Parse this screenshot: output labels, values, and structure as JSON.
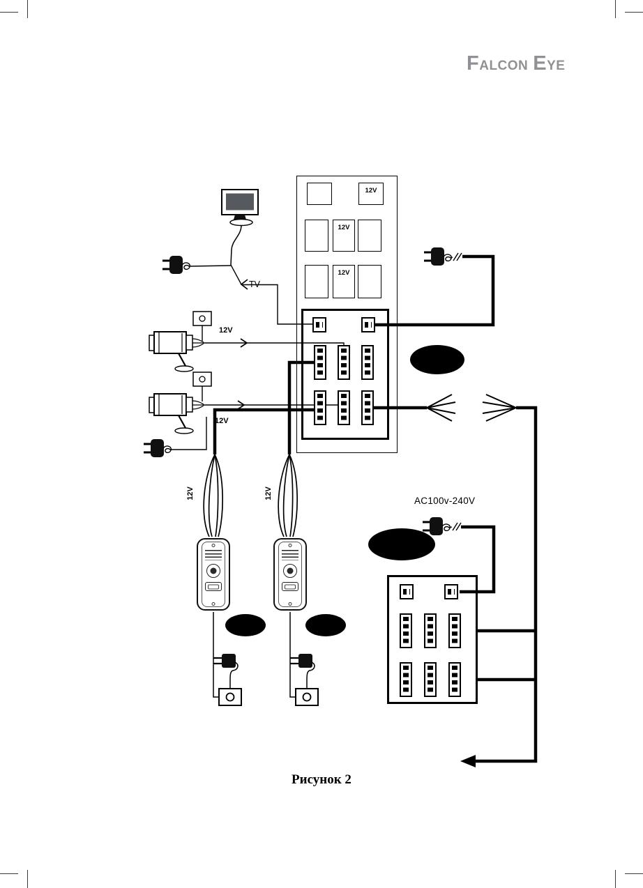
{
  "header": {
    "logo": {
      "word1_initial": "F",
      "word1_rest": "ALCON",
      "word2_initial": "E",
      "word2_rest": "YE"
    }
  },
  "labels": {
    "voltage_12v": "12V",
    "tv": "TV",
    "ac_input": "AC100v-240V"
  },
  "caption": "Рисунок 2",
  "colors": {
    "line": "#000000",
    "logo_gray": "#8f9194",
    "screen_fill": "#565a5e",
    "redaction_fill": "#000000"
  },
  "icons": {
    "monitor-icon": "monitor with oval stand",
    "power-plug-icon": "black mains plug with two prongs and coiled cord",
    "cable-break-icon": "double slash across cord",
    "cctv-camera-icon": "bullet camera with wall mount",
    "junction-box-icon": "square box with circle",
    "arrow-chevron-icon": "open chevron on wire",
    "cable-splay-icon": "fanned multi-core wires",
    "door-station-icon": "door phone panel with camera and call button",
    "electric-lock-icon": "lock box with cylinder",
    "flow-arrow-icon": "solid left-pointing triangle",
    "redaction-oval": "solid black ellipse"
  }
}
